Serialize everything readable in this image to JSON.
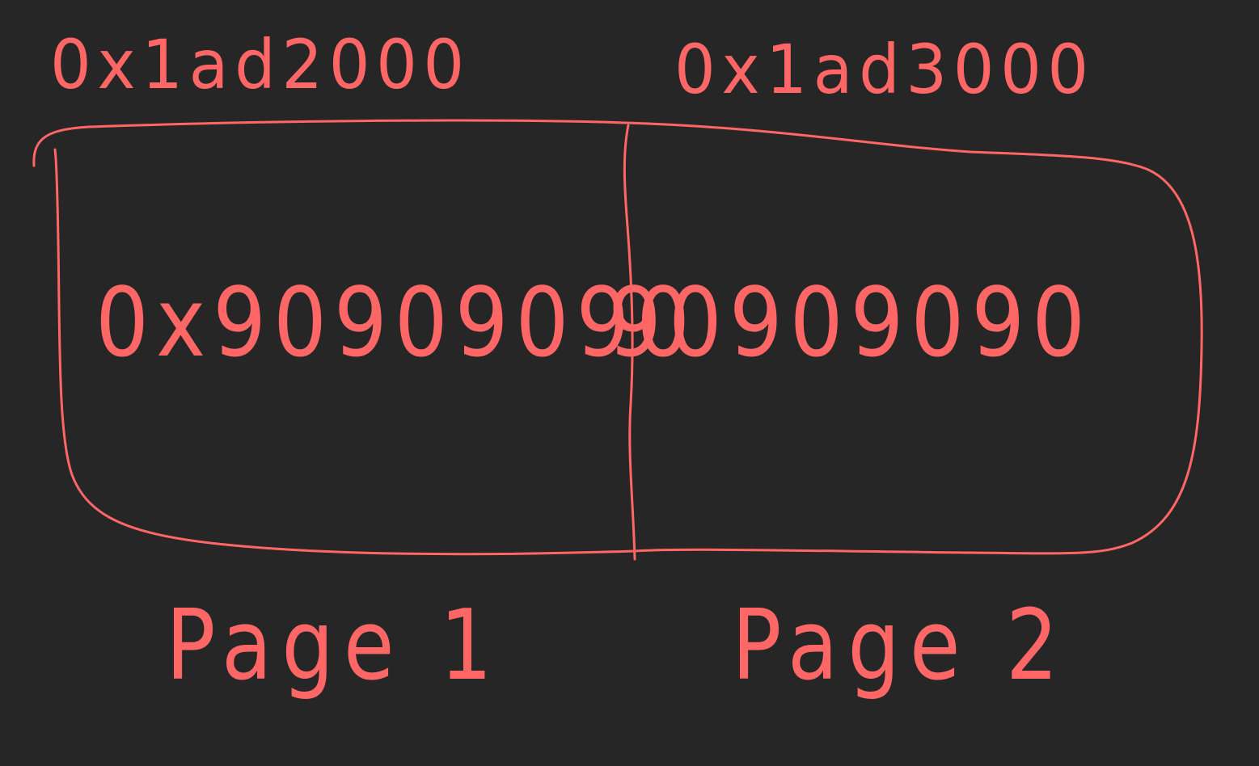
{
  "colors": {
    "background": "#262626",
    "ink": "#ff6666"
  },
  "labels": {
    "address_page1": "0x1ad2000",
    "address_page2": "0x1ad3000",
    "value_page1": "0x90909090",
    "value_page2": "90909090",
    "page1": "Page 1",
    "page2": "Page 2"
  }
}
